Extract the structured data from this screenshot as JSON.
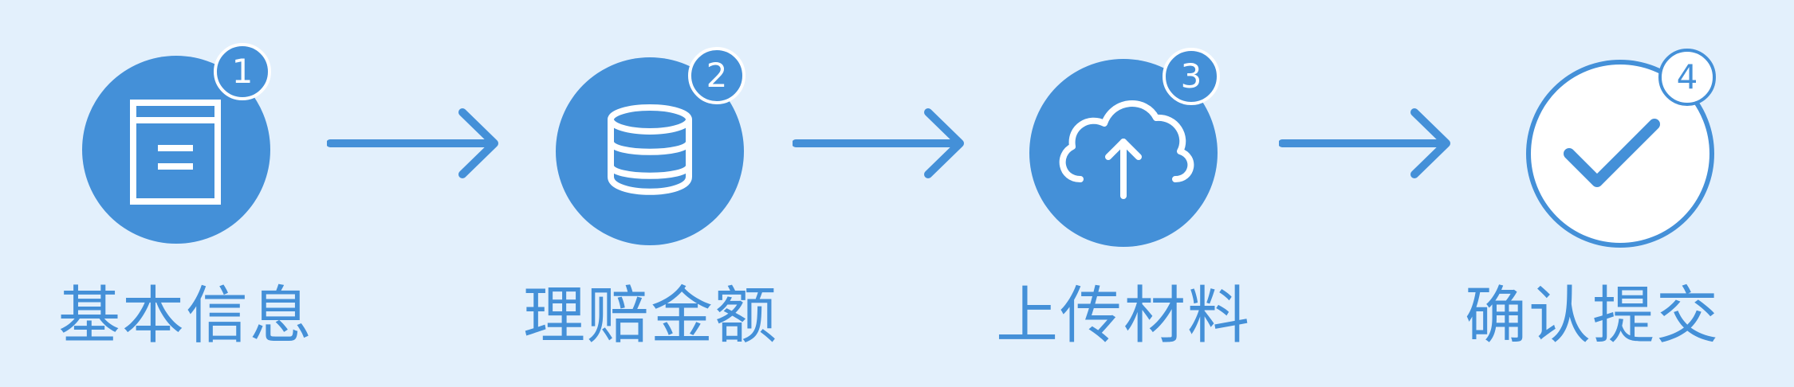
{
  "colors": {
    "background": "#e3f0fc",
    "accent": "#4490d8",
    "white": "#ffffff"
  },
  "steps": [
    {
      "number": "1",
      "label": "基本信息",
      "icon": "document-icon"
    },
    {
      "number": "2",
      "label": "理赔金额",
      "icon": "coin-stack-icon"
    },
    {
      "number": "3",
      "label": "上传材料",
      "icon": "cloud-upload-icon"
    },
    {
      "number": "4",
      "label": "确认提交",
      "icon": "checkmark-icon"
    }
  ]
}
